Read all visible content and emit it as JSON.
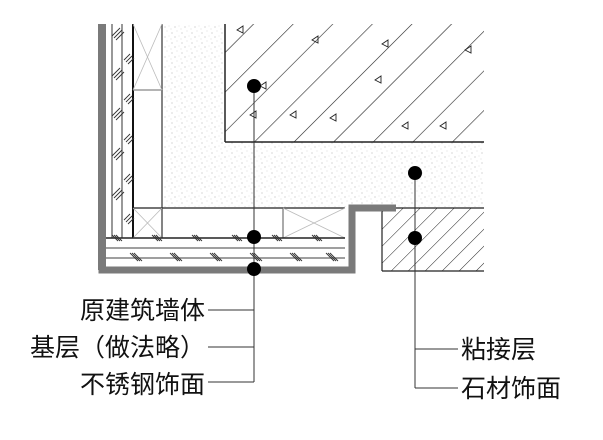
{
  "title": "石材与不锈钢饰面交接节点",
  "labels_left": [
    {
      "id": "original-wall",
      "text": "原建筑墙体"
    },
    {
      "id": "base-layer",
      "text": "基层（做法略）"
    },
    {
      "id": "stainless-steel-finish",
      "text": "不锈钢饰面"
    }
  ],
  "labels_right": [
    {
      "id": "adhesive-layer",
      "text": "粘接层"
    },
    {
      "id": "stone-finish",
      "text": "石材饰面"
    }
  ],
  "colors": {
    "line": "#222222",
    "steel": "#7a7a7a",
    "fill_dot": "#000000"
  }
}
